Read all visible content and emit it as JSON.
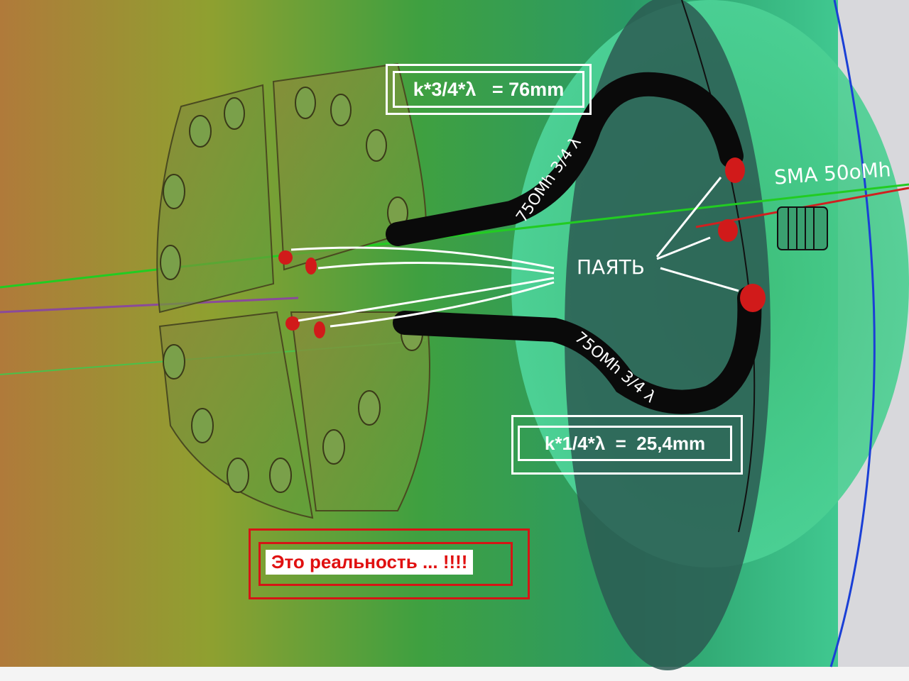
{
  "annotations": {
    "formula_top": "k*3/4*λ   = 76mm",
    "formula_bottom": "k*1/4*λ  =  25,4mm",
    "connector_label": "SMA 50oMh",
    "solder_label": "ПАЯТЬ",
    "cable_top_label": "75OMh  3/4 λ",
    "cable_bottom_label": "75OMh  3/4 λ",
    "reality_note": "Это реальность ... !!!!"
  },
  "colors": {
    "annotation_white": "#ffffff",
    "note_red": "#e01010",
    "solder_red": "#d11a1a",
    "cable_black": "#0a0a0a",
    "axis_blue": "#1a3fd6"
  }
}
